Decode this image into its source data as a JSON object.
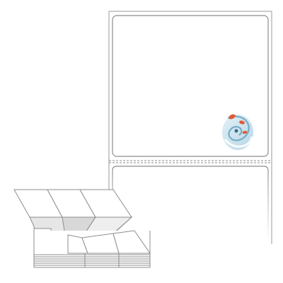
{
  "product": {
    "kind": "fanfold-label-stock",
    "labels_per_row_preview": 3,
    "label_shape": "rectangle-rounded-corners",
    "perforation": "dashed"
  },
  "colors": {
    "outline": "#8c8c8c",
    "label_fill": "#ffffff",
    "backing_fill": "#ffffff",
    "stack_shadow": "#d9d9d9",
    "logo_accent": "#e05a3a",
    "logo_primary": "#9fc9dd"
  },
  "icons": {
    "watermark": "swirl-logo-icon"
  }
}
